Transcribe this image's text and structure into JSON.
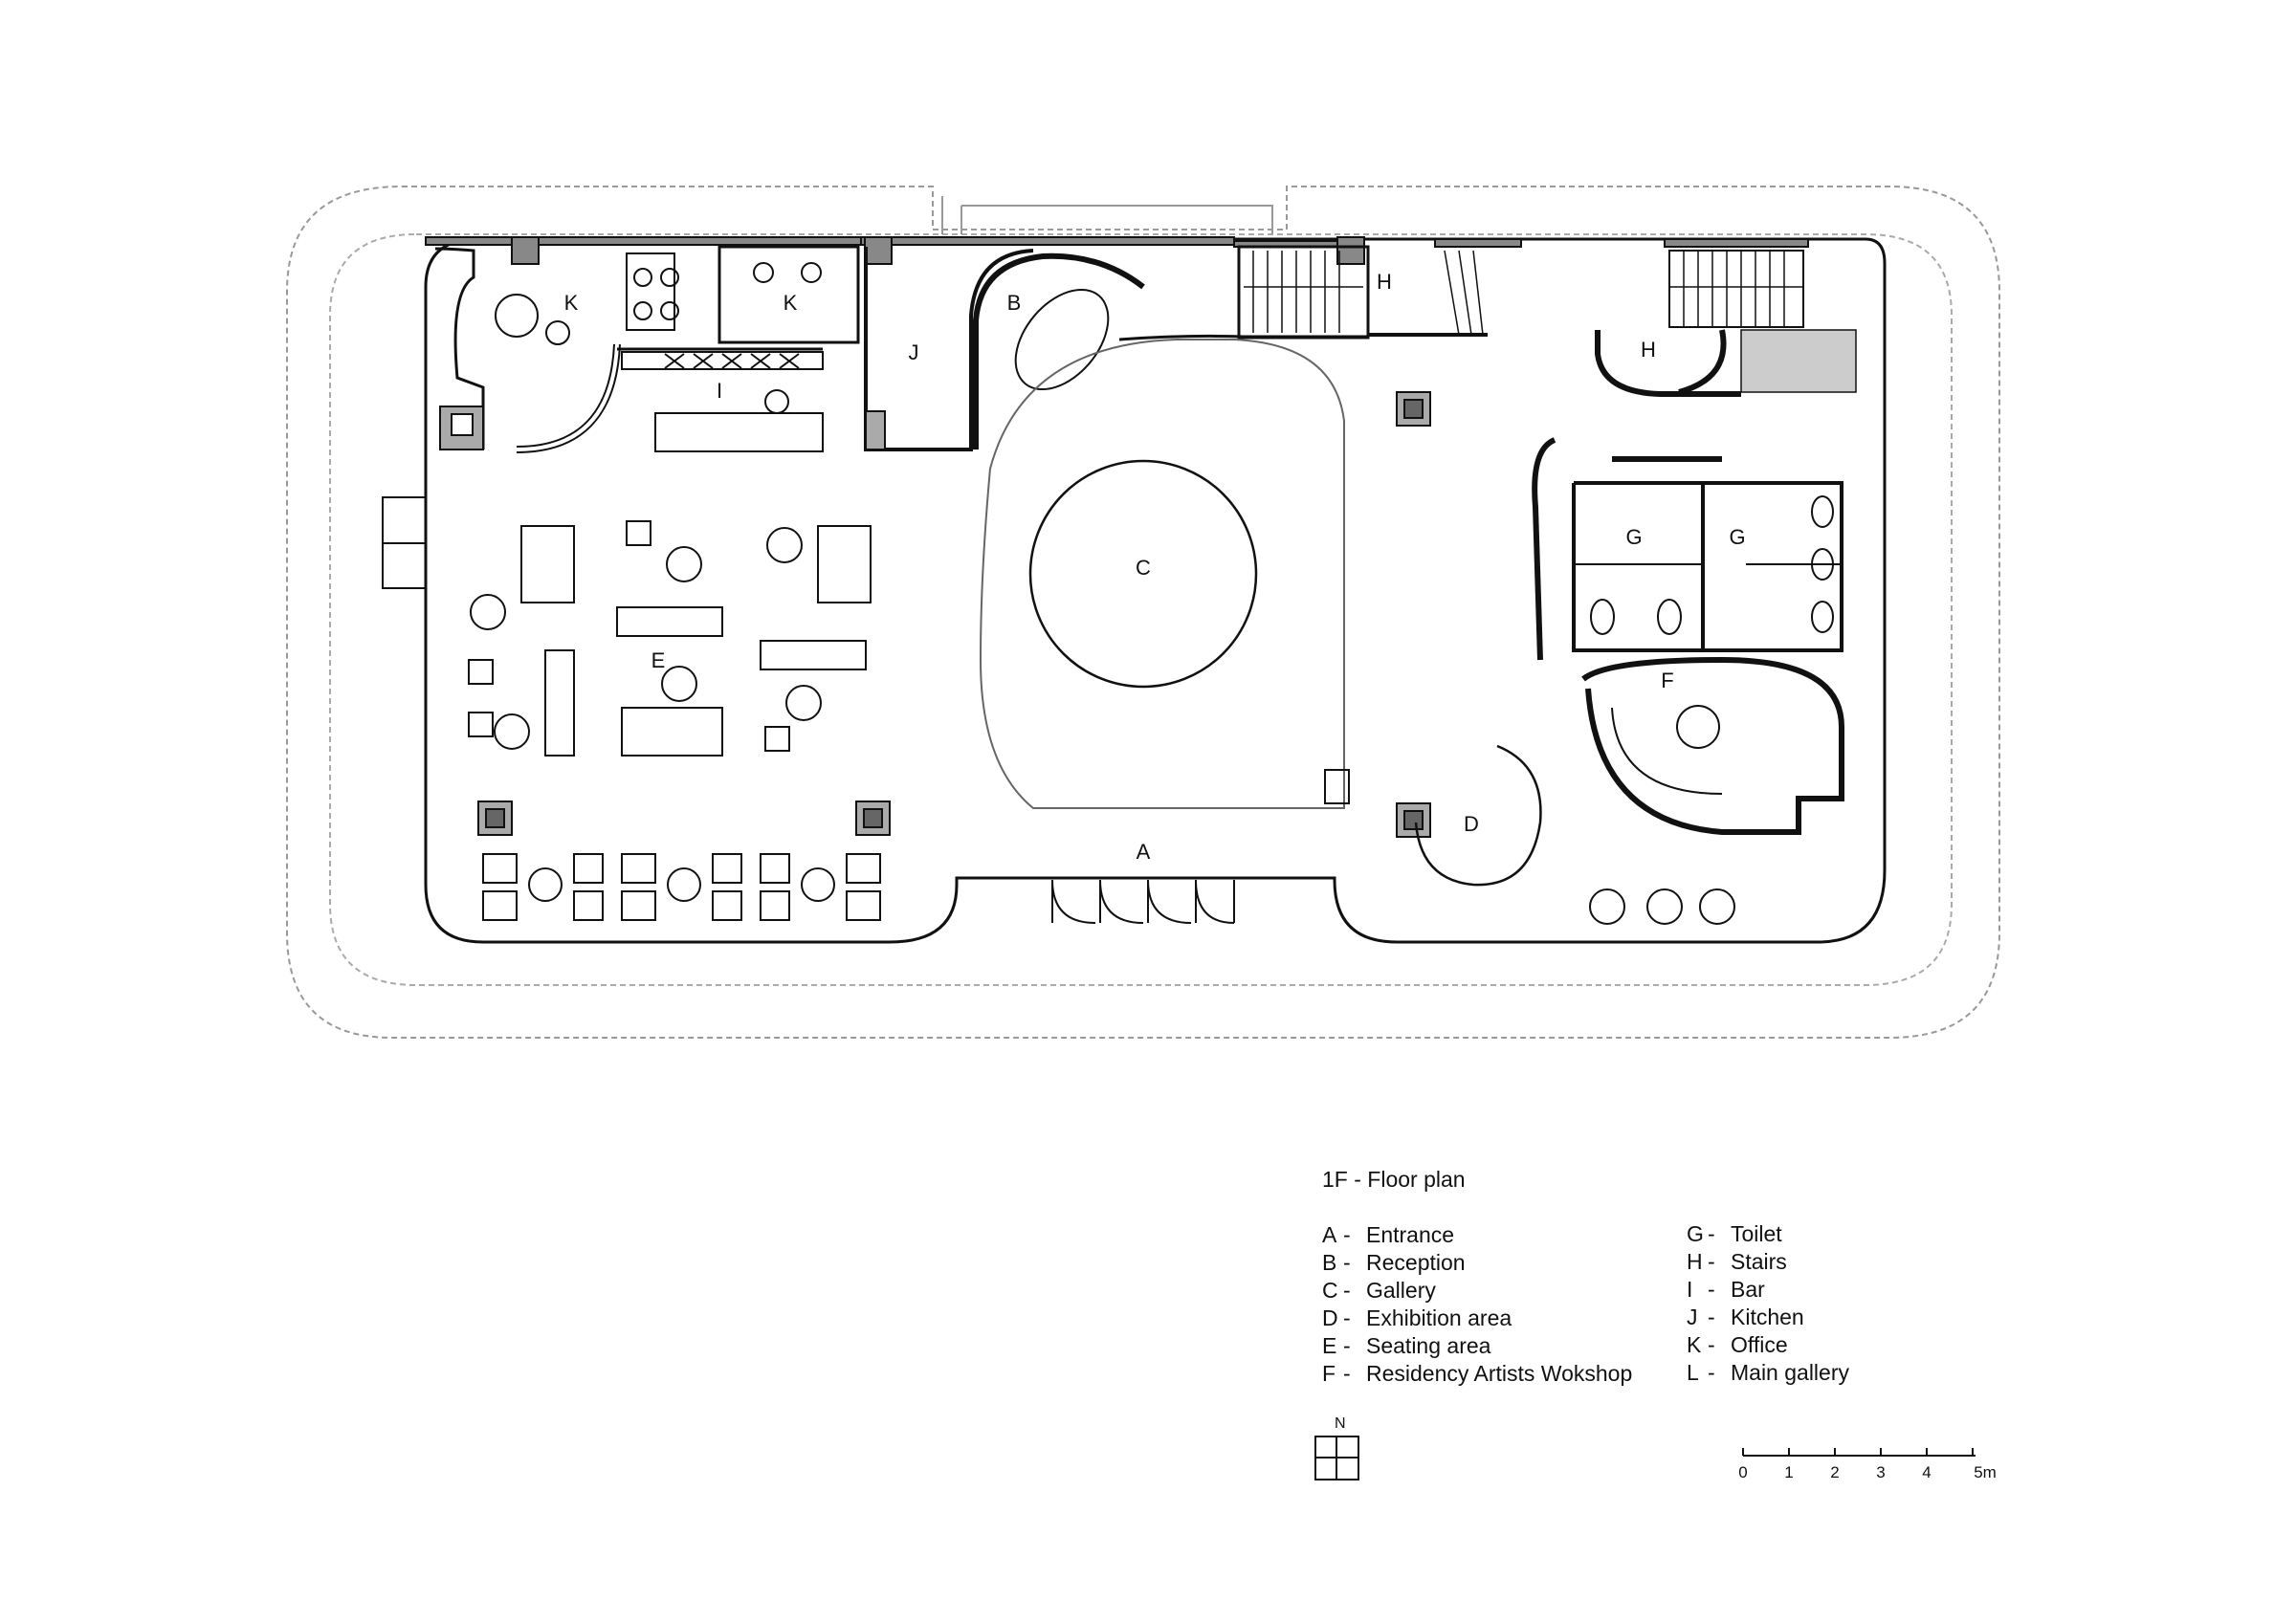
{
  "title": "1F - Floor  plan",
  "room_labels": {
    "A": "A",
    "B": "B",
    "C": "C",
    "D": "D",
    "E": "E",
    "F": "F",
    "G1": "G",
    "G2": "G",
    "H1": "H",
    "H2": "H",
    "I": "I",
    "J": "J",
    "K1": "K",
    "K2": "K"
  },
  "legend": {
    "left": [
      {
        "letter": "A",
        "dash": "-",
        "name": "Entrance"
      },
      {
        "letter": "B",
        "dash": "-",
        "name": "Reception"
      },
      {
        "letter": "C",
        "dash": "-",
        "name": "Gallery"
      },
      {
        "letter": "D",
        "dash": "-",
        "name": "Exhibition area"
      },
      {
        "letter": "E",
        "dash": "-",
        "name": "Seating area"
      },
      {
        "letter": "F",
        "dash": "-",
        "name": "Residency Artists Wokshop"
      }
    ],
    "right": [
      {
        "letter": "G",
        "dash": "-",
        "name": "Toilet"
      },
      {
        "letter": "H",
        "dash": "-",
        "name": "Stairs"
      },
      {
        "letter": "I",
        "dash": "-",
        "name": "Bar"
      },
      {
        "letter": "J",
        "dash": "-",
        "name": "Kitchen"
      },
      {
        "letter": "K",
        "dash": "-",
        "name": "Office"
      },
      {
        "letter": "L",
        "dash": "-",
        "name": "Main gallery"
      }
    ]
  },
  "north": {
    "label": "N",
    "icon": "north-arrow-icon"
  },
  "scale": {
    "ticks": [
      "0",
      "1",
      "2",
      "3",
      "4",
      "5m"
    ]
  }
}
